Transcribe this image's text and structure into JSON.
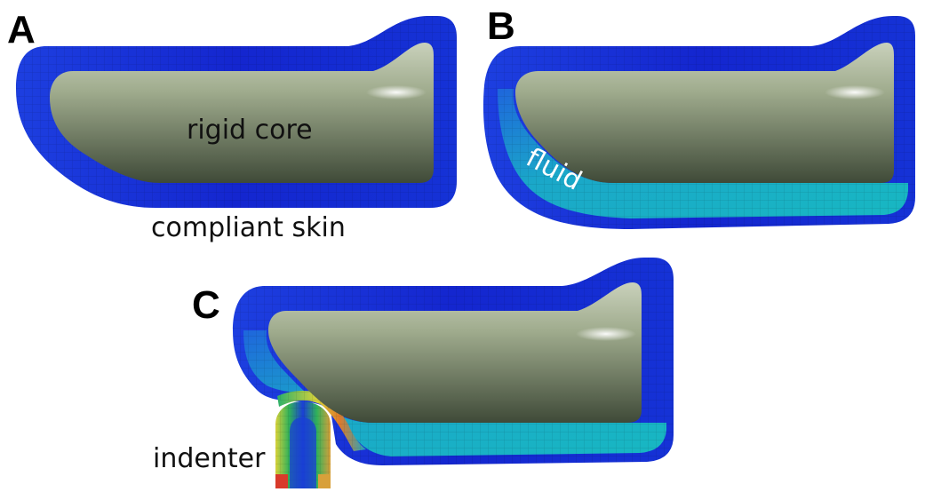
{
  "panels": {
    "a": {
      "letter": "A",
      "core_label": "rigid core",
      "skin_label": "compliant skin"
    },
    "b": {
      "letter": "B",
      "fluid_label": "fluid"
    },
    "c": {
      "letter": "C",
      "indenter_label": "indenter"
    }
  },
  "colors": {
    "skin_deep_blue": "#1428d8",
    "skin_mid_blue": "#1f63e0",
    "fluid_cyan": "#19b3c6",
    "core_sage": "#9aa68a",
    "stress_green": "#33c24a",
    "stress_yellow": "#d8d23a",
    "stress_red": "#d83a2a"
  }
}
